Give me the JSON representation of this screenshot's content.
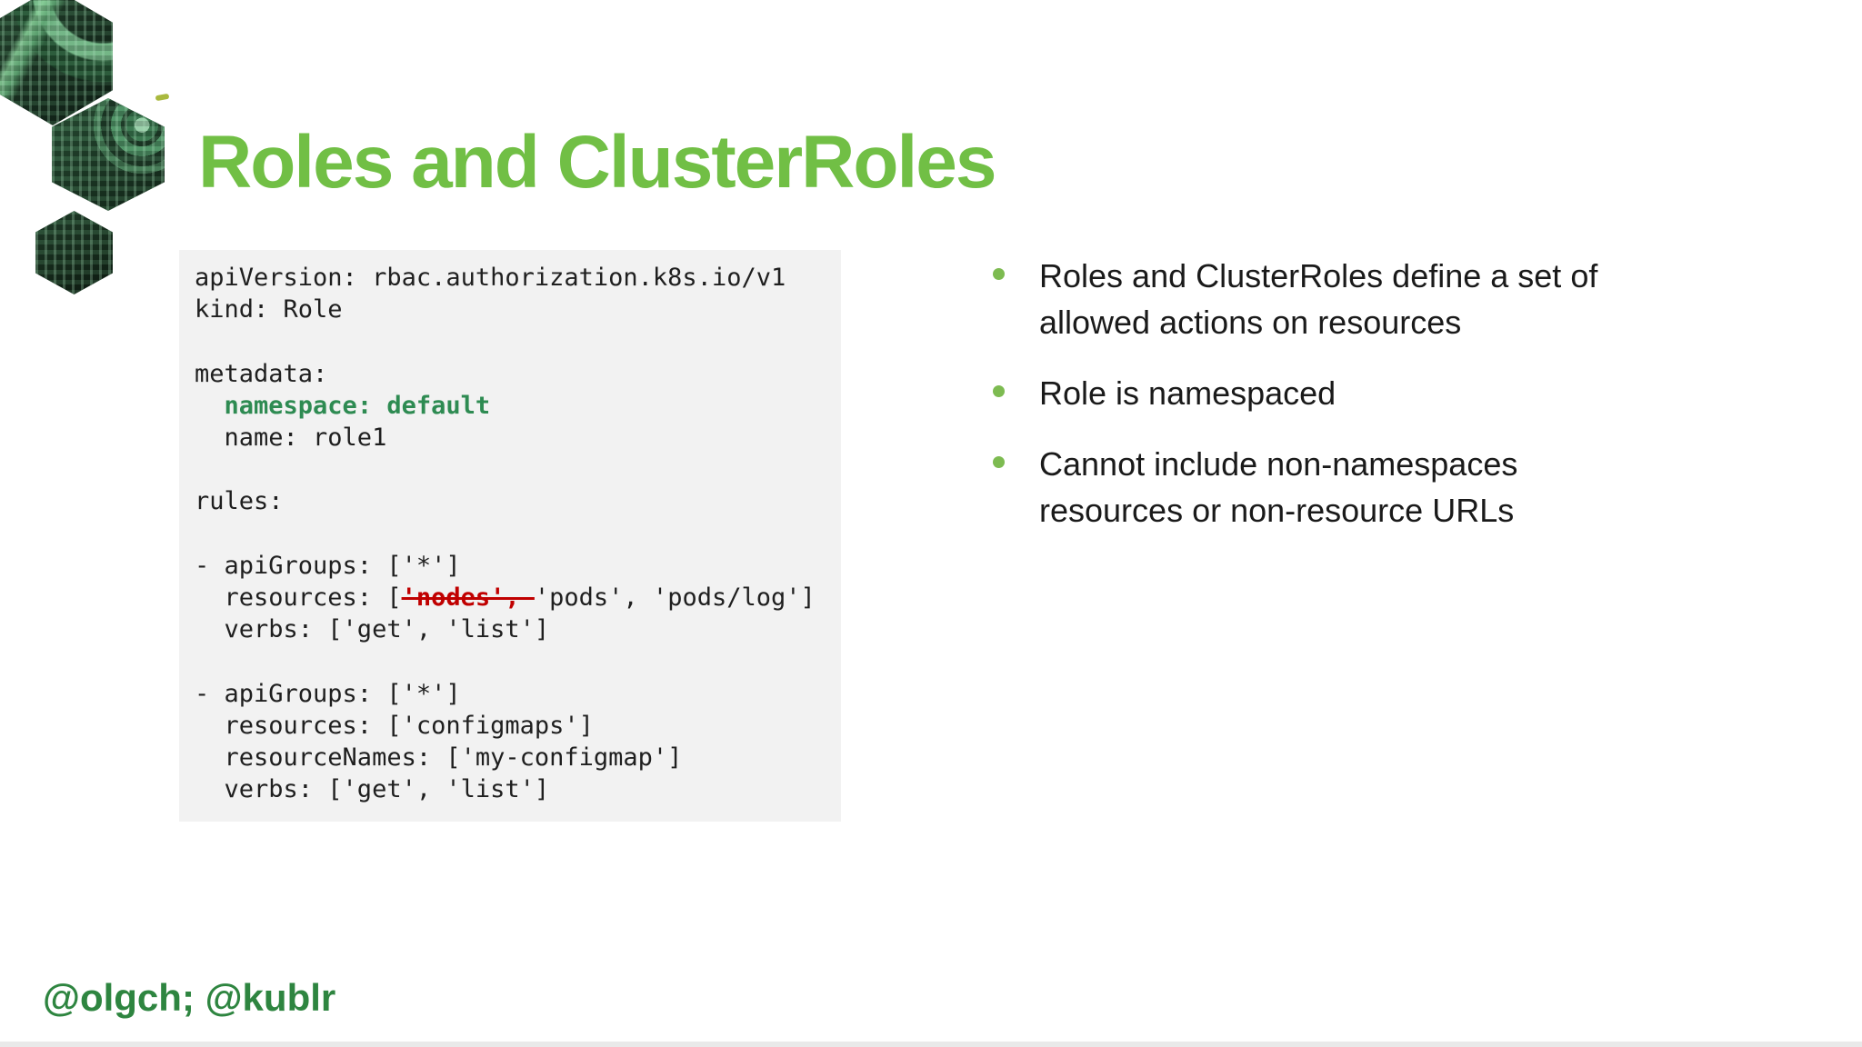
{
  "slide": {
    "title": "Roles and ClusterRoles",
    "footer": "@olgch; @kublr"
  },
  "colors": {
    "title_green": "#71BF45",
    "bullet_green": "#7DBB51",
    "code_green": "#2E8B52",
    "footer_green": "#2E8540",
    "strike_red": "#C00000",
    "code_bg": "#F2F2F2",
    "text_dark": "#1F1F1F"
  },
  "code": {
    "lines": [
      [
        {
          "t": "apiVersion: rbac.authorization.k8s.io/v1",
          "s": "plain"
        }
      ],
      [
        {
          "t": "kind: Role",
          "s": "plain"
        }
      ],
      [],
      [
        {
          "t": "metadata:",
          "s": "plain"
        }
      ],
      [
        {
          "t": "  ",
          "s": "plain"
        },
        {
          "t": "namespace: default",
          "s": "green"
        }
      ],
      [
        {
          "t": "  name: role1",
          "s": "plain"
        }
      ],
      [],
      [
        {
          "t": "rules:",
          "s": "plain"
        }
      ],
      [],
      [
        {
          "t": "- apiGroups: ['*']",
          "s": "plain"
        }
      ],
      [
        {
          "t": "  resources: [",
          "s": "plain"
        },
        {
          "t": "'nodes', ",
          "s": "redstrike"
        },
        {
          "t": "'pods', 'pods/log']",
          "s": "plain"
        }
      ],
      [
        {
          "t": "  verbs: ['get', 'list']",
          "s": "plain"
        }
      ],
      [],
      [
        {
          "t": "- apiGroups: ['*']",
          "s": "plain"
        }
      ],
      [
        {
          "t": "  resources: ['configmaps']",
          "s": "plain"
        }
      ],
      [
        {
          "t": "  resourceNames: ['my-configmap']",
          "s": "plain"
        }
      ],
      [
        {
          "t": "  verbs: ['get', 'list']",
          "s": "plain"
        }
      ]
    ]
  },
  "bullets": {
    "items": [
      {
        "lines": [
          "Roles and ClusterRoles define a set of",
          "allowed actions on resources"
        ]
      },
      {
        "lines": [
          "Role is namespaced"
        ]
      },
      {
        "lines": [
          "Cannot include non-namespaces",
          "resources or non-resource URLs"
        ]
      }
    ]
  }
}
